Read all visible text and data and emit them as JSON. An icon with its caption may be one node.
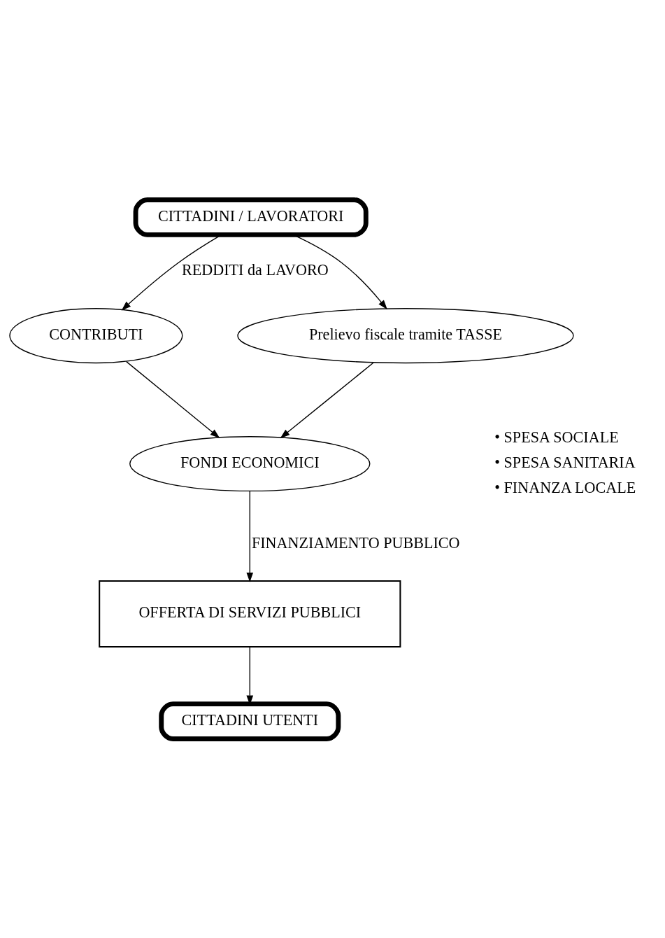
{
  "diagram": {
    "nodes": [
      {
        "text": [
          "CITTADINI / LAVORATORI"
        ]
      },
      {
        "text": [
          "CONTRIBUTI"
        ]
      },
      {
        "text": [
          "Prelievo fiscale tramite TASSE"
        ]
      },
      {
        "text": [
          "FONDI ECONOMICI"
        ]
      },
      {
        "text": [
          "OFFERTA DI SERVIZI PUBBLICI"
        ]
      },
      {
        "text": [
          "CITTADINI UTENTI"
        ]
      }
    ],
    "edges": [
      {
        "from": 0,
        "to": 1,
        "arrow": "to",
        "label": "REDDITI da LAVORO"
      },
      {
        "from": 0,
        "to": 2,
        "arrow": "to"
      },
      {
        "from": 1,
        "to": 3,
        "arrow": "to"
      },
      {
        "from": 2,
        "to": 3,
        "arrow": "to"
      },
      {
        "from": 3,
        "to": 4,
        "arrow": "to",
        "label": "FINANZIAMENTO PUBBLICO"
      },
      {
        "from": 4,
        "to": 5,
        "arrow": "to"
      }
    ],
    "labels": [
      "• SPESA SOCIALE",
      "• SPESA SANITARIA",
      "• FINANZA LOCALE"
    ]
  }
}
